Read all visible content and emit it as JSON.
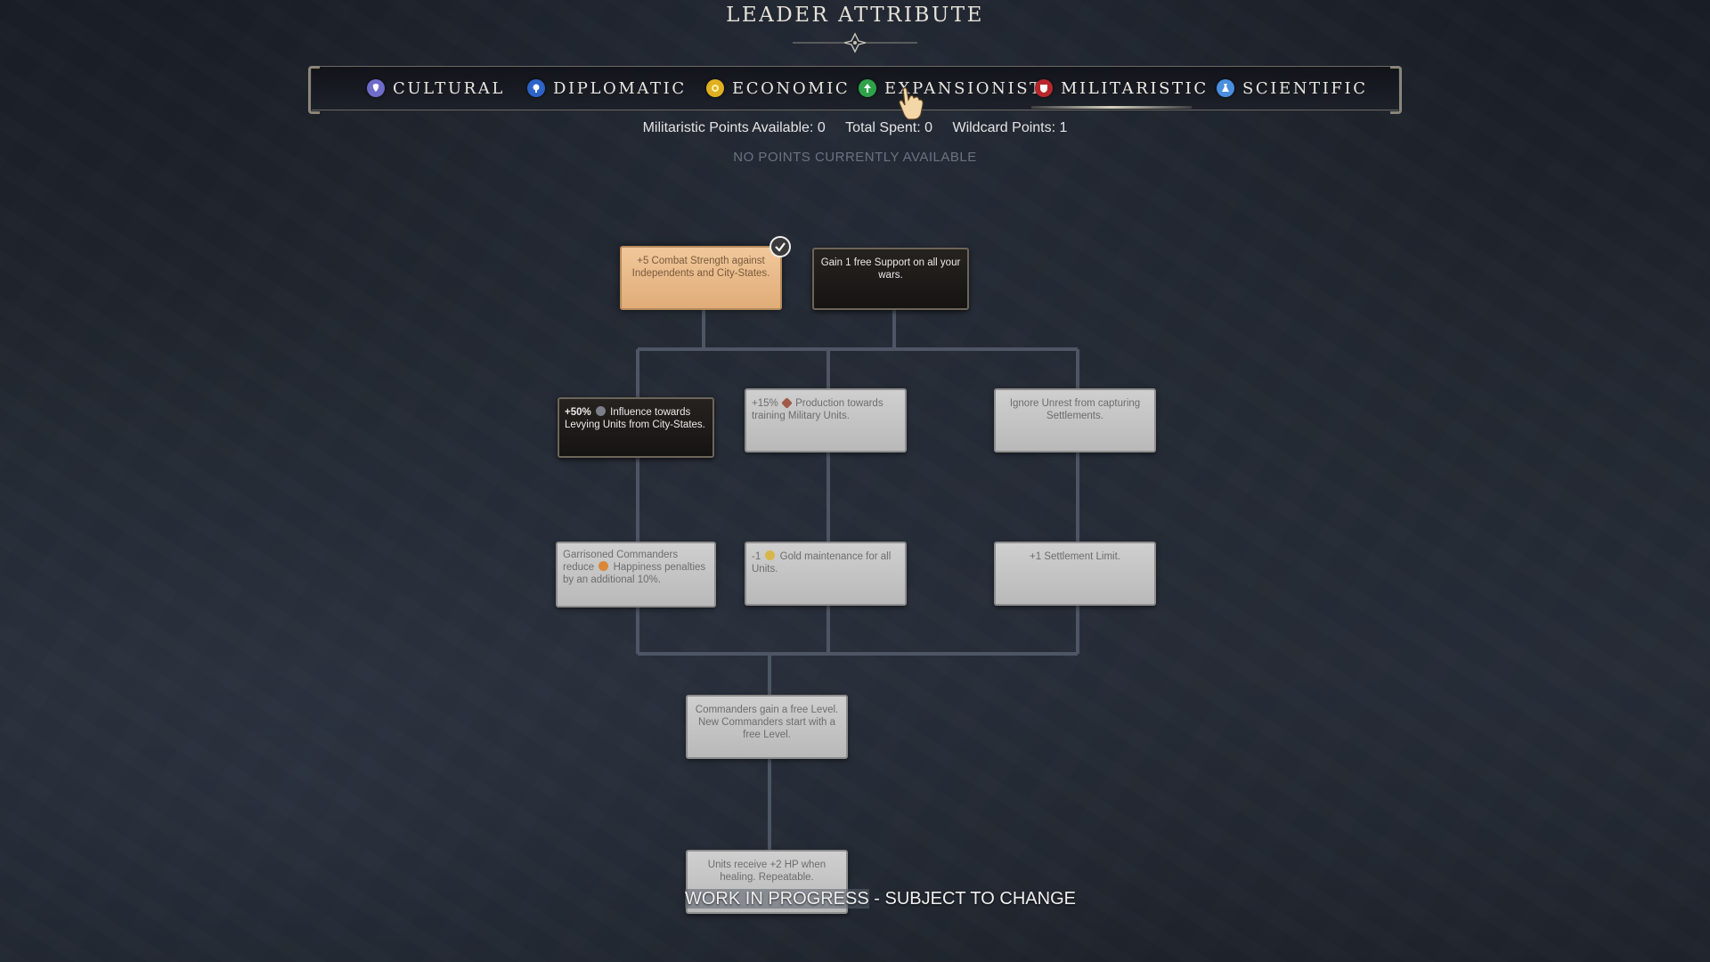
{
  "header": {
    "title": "LEADER ATTRIBUTE"
  },
  "tabs": [
    {
      "label": "CULTURAL",
      "icon": "cultural-icon",
      "color": "#6f6cc9",
      "active": false
    },
    {
      "label": "DIPLOMATIC",
      "icon": "diplomatic-icon",
      "color": "#2e64c8",
      "active": false
    },
    {
      "label": "ECONOMIC",
      "icon": "economic-icon",
      "color": "#e0b021",
      "active": false
    },
    {
      "label": "EXPANSIONIST",
      "icon": "expansionist-icon",
      "color": "#2fa34a",
      "active": false
    },
    {
      "label": "MILITARISTIC",
      "icon": "militaristic-icon",
      "color": "#b7282c",
      "active": true
    },
    {
      "label": "SCIENTIFIC",
      "icon": "scientific-icon",
      "color": "#4a8fe0",
      "active": false
    }
  ],
  "points": {
    "available": "Militaristic Points Available: 0",
    "spent": "Total Spent: 0",
    "wildcard": "Wildcard Points: 1",
    "notice": "NO POINTS CURRENTLY AVAILABLE"
  },
  "tree": {
    "nodes": [
      {
        "id": "combat-strength",
        "text": "+5 Combat Strength against Independents and City-States.",
        "state": "selected"
      },
      {
        "id": "free-support",
        "text": "Gain 1 free Support on all your wars.",
        "state": "available"
      },
      {
        "id": "influence-levy",
        "text_pre": "+50%",
        "icon": "influence-icon",
        "text_post": "Influence towards Levying Units from City-States.",
        "state": "available"
      },
      {
        "id": "production-military",
        "text_pre": "+15%",
        "icon": "production-icon",
        "text_post": "Production towards training Military Units.",
        "state": "locked"
      },
      {
        "id": "ignore-unrest",
        "text": "Ignore Unrest from capturing Settlements.",
        "state": "locked"
      },
      {
        "id": "garrisoned-commanders",
        "text_pre": "Garrisoned Commanders reduce",
        "icon": "happiness-icon",
        "text_post": "Happiness penalties by an additional 10%.",
        "state": "locked"
      },
      {
        "id": "gold-maintenance",
        "text_pre": "-1",
        "icon": "gold-icon",
        "text_post": "Gold maintenance for all Units.",
        "state": "locked"
      },
      {
        "id": "settlement-limit",
        "text": "+1 Settlement Limit.",
        "state": "locked"
      },
      {
        "id": "commander-level",
        "text": "Commanders gain a free Level. New Commanders start with a free Level.",
        "state": "locked"
      },
      {
        "id": "heal-hp",
        "text": "Units receive +2 HP when healing. Repeatable.",
        "state": "locked"
      }
    ]
  },
  "footer": {
    "wip_a": "WORK IN PROGRESS",
    "wip_b": " - SUBJECT TO CHANGE"
  },
  "colors": {
    "selected_node": "#eab98a",
    "locked_node": "#c4c4c4",
    "available_node": "#1e1b18",
    "tree_line": "#4e5564"
  }
}
